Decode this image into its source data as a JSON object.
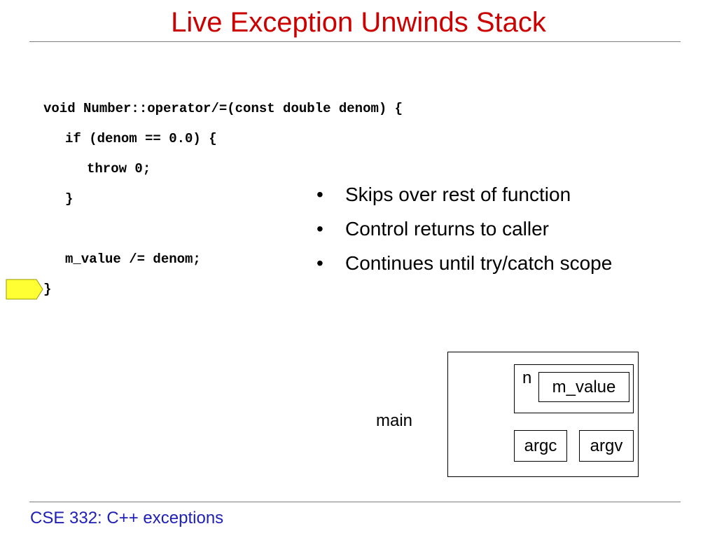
{
  "slide": {
    "title": "Live Exception Unwinds Stack",
    "code_lines": [
      "void Number::operator/=(const double denom) {",
      "if (denom == 0.0) {",
      "throw 0;",
      "}",
      "m_value /= denom;",
      "}"
    ],
    "bullet_glyph": "•",
    "bullets": [
      "Skips over rest of function",
      "Control returns to caller",
      "Continues until try/catch scope"
    ],
    "diagram": {
      "frame_label": "main",
      "object_label": "n",
      "member_label": "m_value",
      "arg1_label": "argc",
      "arg2_label": "argv"
    },
    "footer": "CSE 332: C++ exceptions",
    "colors": {
      "title": "#cc0000",
      "footer": "#1f1fb5",
      "arrow_fill": "#ffff33",
      "arrow_stroke": "#9a9a00"
    }
  }
}
